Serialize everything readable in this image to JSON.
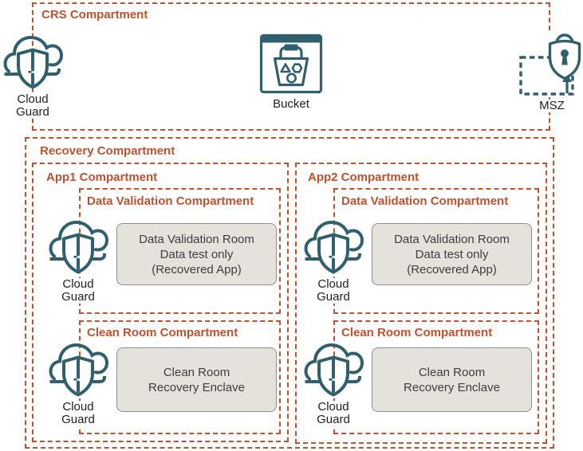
{
  "colors": {
    "orange": "#c0512d",
    "teal": "#30606d",
    "box_fill": "#e5e2dc",
    "box_border": "#8f8f8f",
    "box_text": "#3d3d3d",
    "label_text": "#1e1e1e"
  },
  "crs": {
    "label": "CRS Compartment",
    "cloud_guard_label": {
      "line1": "Cloud",
      "line2": "Guard"
    },
    "bucket_label": "Bucket",
    "msz_label": "MSZ"
  },
  "recovery": {
    "label": "Recovery Compartment",
    "cloud_guard_label": {
      "line1": "Cloud",
      "line2": "Guard"
    },
    "apps": [
      {
        "label": "App1 Compartment",
        "data_validation": {
          "label": "Data Validation Compartment",
          "room_lines": [
            "Data Validation Room",
            "Data test only",
            "(Recovered App)"
          ]
        },
        "clean_room": {
          "label": "Clean Room Compartment",
          "room_lines": [
            "Clean Room",
            "Recovery Enclave"
          ]
        }
      },
      {
        "label": "App2 Compartment",
        "data_validation": {
          "label": "Data Validation Compartment",
          "room_lines": [
            "Data Validation Room",
            "Data test only",
            "(Recovered App)"
          ]
        },
        "clean_room": {
          "label": "Clean Room Compartment",
          "room_lines": [
            "Clean Room",
            "Recovery Enclave"
          ]
        }
      }
    ]
  }
}
